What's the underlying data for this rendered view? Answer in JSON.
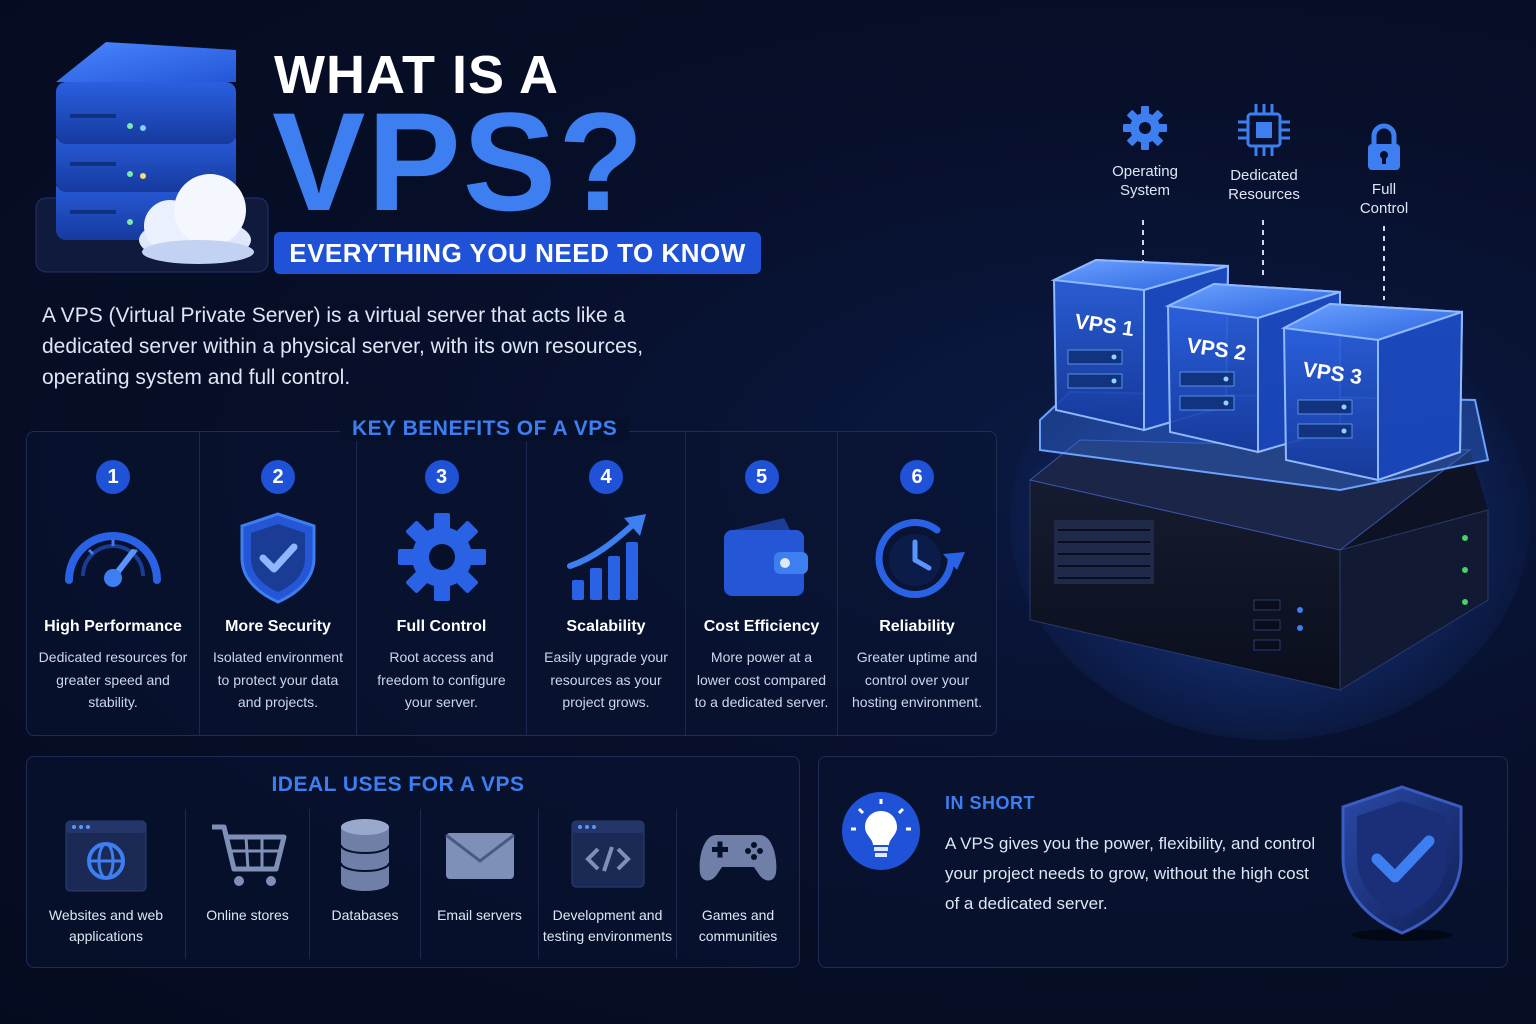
{
  "header": {
    "title_line1": "WHAT IS A",
    "title_line2": "VPS?",
    "subtitle": "EVERYTHING YOU NEED TO KNOW",
    "intro": "A VPS (Virtual Private Server) is a virtual server that acts like a dedicated server within a physical server, with its own resources, operating system and full control."
  },
  "benefits": {
    "heading": "KEY BENEFITS OF A VPS",
    "items": [
      {
        "num": "1",
        "title": "High Performance",
        "desc": "Dedicated resources for greater speed and stability.",
        "icon": "speedometer-icon"
      },
      {
        "num": "2",
        "title": "More Security",
        "desc": "Isolated environment to protect your data and projects.",
        "icon": "shield-check-icon"
      },
      {
        "num": "3",
        "title": "Full Control",
        "desc": "Root access and freedom to configure your server.",
        "icon": "gear-icon"
      },
      {
        "num": "4",
        "title": "Scalability",
        "desc": "Easily upgrade your resources as your project grows.",
        "icon": "growth-chart-icon"
      },
      {
        "num": "5",
        "title": "Cost Efficiency",
        "desc": "More power at a lower cost compared to a dedicated server.",
        "icon": "wallet-icon"
      },
      {
        "num": "6",
        "title": "Reliability",
        "desc": "Greater uptime and control over your hosting environment.",
        "icon": "clock-icon"
      }
    ]
  },
  "uses": {
    "heading": "IDEAL USES FOR A VPS",
    "items": [
      {
        "label": "Websites and web applications",
        "icon": "globe-window-icon"
      },
      {
        "label": "Online stores",
        "icon": "shopping-cart-icon"
      },
      {
        "label": "Databases",
        "icon": "database-icon"
      },
      {
        "label": "Email servers",
        "icon": "envelope-icon"
      },
      {
        "label": "Development and testing environments",
        "icon": "code-window-icon"
      },
      {
        "label": "Games and communities",
        "icon": "gamepad-icon"
      }
    ]
  },
  "in_short": {
    "heading": "IN SHORT",
    "text": "A VPS gives you the power, flexibility, and control your project needs to grow, without the high cost of a dedicated server."
  },
  "illustration": {
    "features": [
      {
        "label": "Operating System",
        "icon": "gear-icon"
      },
      {
        "label": "Dedicated Resources",
        "icon": "cpu-chip-icon"
      },
      {
        "label": "Full Control",
        "icon": "padlock-icon"
      }
    ],
    "vps_labels": [
      "VPS 1",
      "VPS 2",
      "VPS 3"
    ]
  },
  "colors": {
    "background": "#070f2a",
    "accent": "#3d7ef0",
    "accent_dark": "#1f52d6",
    "glow": "#4a8dff"
  }
}
